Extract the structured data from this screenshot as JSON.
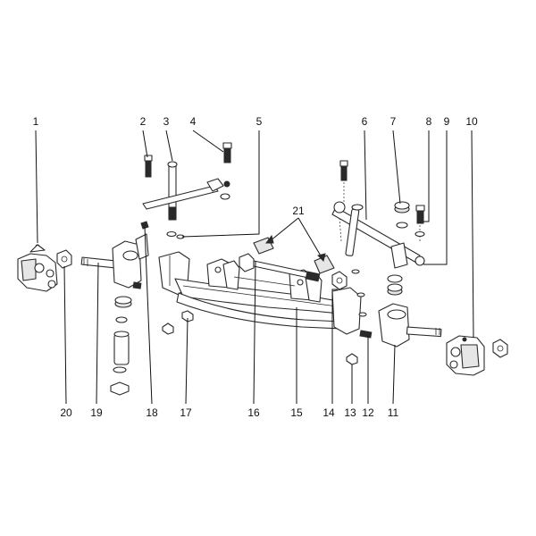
{
  "callouts": [
    "1",
    "2",
    "3",
    "4",
    "5",
    "6",
    "7",
    "8",
    "9",
    "10",
    "11",
    "12",
    "13",
    "14",
    "15",
    "16",
    "17",
    "18",
    "19",
    "20",
    "21"
  ],
  "colors": {
    "line": "#2a2a2a",
    "background": "#ffffff",
    "shade": "#e6e6e6"
  }
}
